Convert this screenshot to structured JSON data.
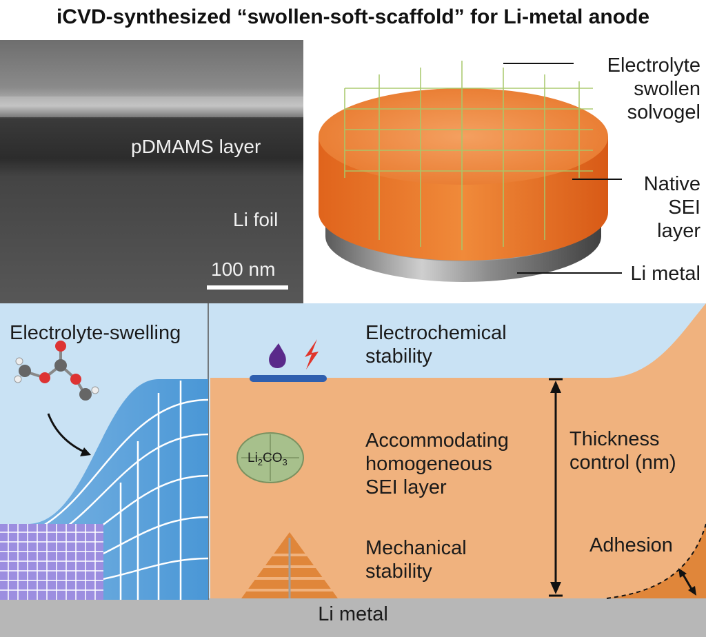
{
  "title": "iCVD-synthesized “swollen-soft-scaffold” for Li-metal anode",
  "sem": {
    "layer_label": "pDMAMS layer",
    "foil_label": "Li foil",
    "scale_bar": "100 nm"
  },
  "render3d": {
    "solvogel_lines": [
      "Electrolyte",
      "swollen",
      "solvogel"
    ],
    "sei_lines": [
      "Native",
      "SEI",
      "layer"
    ],
    "metal_label": "Li metal"
  },
  "bottom": {
    "swelling_label": "Electrolyte-swelling",
    "electrochem_lines": [
      "Electrochemical",
      "stability"
    ],
    "sei_lines": [
      "Accommodating",
      "homogeneous",
      "SEI layer"
    ],
    "li2co3": {
      "base": "Li",
      "sub1": "2",
      "mid": "CO",
      "sub2": "3"
    },
    "mech_lines": [
      "Mechanical",
      "stability"
    ],
    "thickness_lines": [
      "Thickness",
      "control (nm)"
    ],
    "adhesion_label": "Adhesion",
    "base_label": "Li metal"
  },
  "colors": {
    "electrolyte_blue": "#c9e2f4",
    "scaffold_orange": "#f0b27e",
    "metal_gray": "#b7b7b7",
    "swell_blue": "#5ea8dc",
    "grid_purple": "#9c8ee0",
    "sei_green": "#a7c08c"
  }
}
